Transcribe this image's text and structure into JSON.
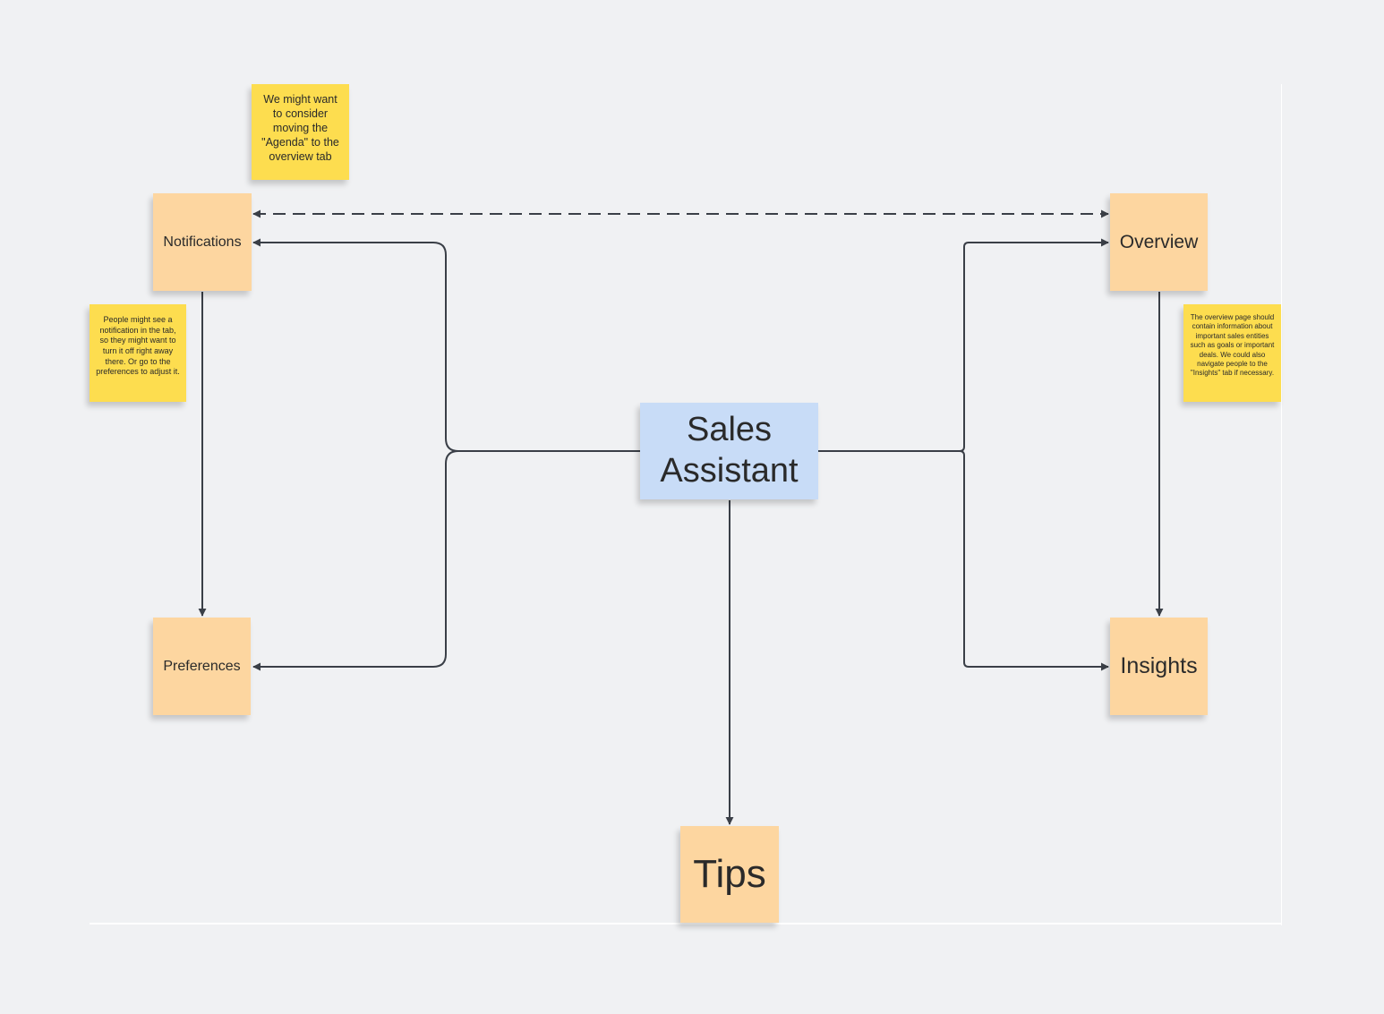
{
  "diagram": {
    "center": {
      "label": "Sales Assistant"
    },
    "nodes": {
      "notifications": "Notifications",
      "preferences": "Preferences",
      "overview": "Overview",
      "insights": "Insights",
      "tips": "Tips"
    },
    "notes": {
      "agenda": "We might want to consider moving the \"Agenda\" to the overview tab",
      "notifications": "People might see a notification in the tab, so they might want to turn it off right away there. Or go to the preferences to adjust it.",
      "overview": "The overview page should contain information about important sales entities such as goals or important deals. We could also navigate people to the \"Insights\" tab if necessary."
    },
    "colors": {
      "page_node": "#fdd6a0",
      "center_node": "#c8dcf7",
      "note": "#fddd4f",
      "connector": "#3a3f47",
      "background": "#f0f1f3"
    }
  }
}
